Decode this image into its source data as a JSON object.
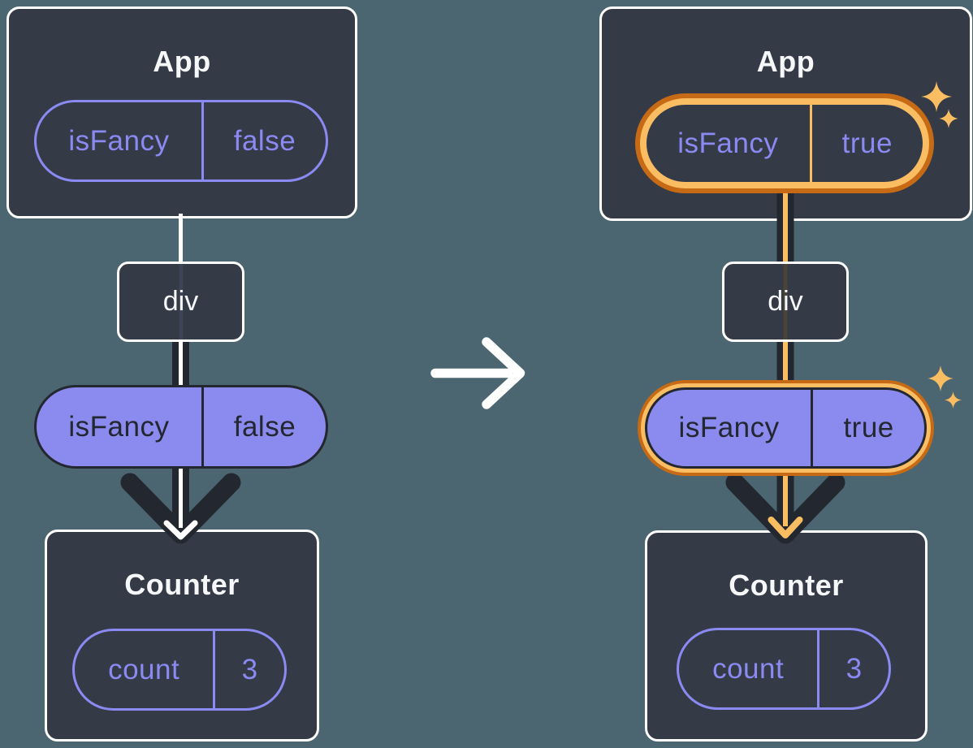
{
  "theme": {
    "background": "#4B6670",
    "card_bg": "#343A46",
    "card_border": "#FFFFFF",
    "text_light": "#F6F7F9",
    "purple": "#8A8AF2",
    "purple_fill": "#8B8AEE",
    "ink_dark": "#23272F",
    "orange_dark": "#C76A15",
    "orange_light": "#FABD62"
  },
  "icons": {
    "transition": "arrow-right-icon",
    "flow": "arrow-down-icon",
    "highlight": "sparkle-icon"
  },
  "before": {
    "app": {
      "title": "App",
      "prop_name": "isFancy",
      "prop_value": "false"
    },
    "div_node": {
      "label": "div"
    },
    "passed_prop": {
      "name": "isFancy",
      "value": "false"
    },
    "counter": {
      "title": "Counter",
      "state_name": "count",
      "state_value": "3"
    }
  },
  "after": {
    "app": {
      "title": "App",
      "prop_name": "isFancy",
      "prop_value": "true"
    },
    "div_node": {
      "label": "div"
    },
    "passed_prop": {
      "name": "isFancy",
      "value": "true"
    },
    "counter": {
      "title": "Counter",
      "state_name": "count",
      "state_value": "3"
    }
  }
}
